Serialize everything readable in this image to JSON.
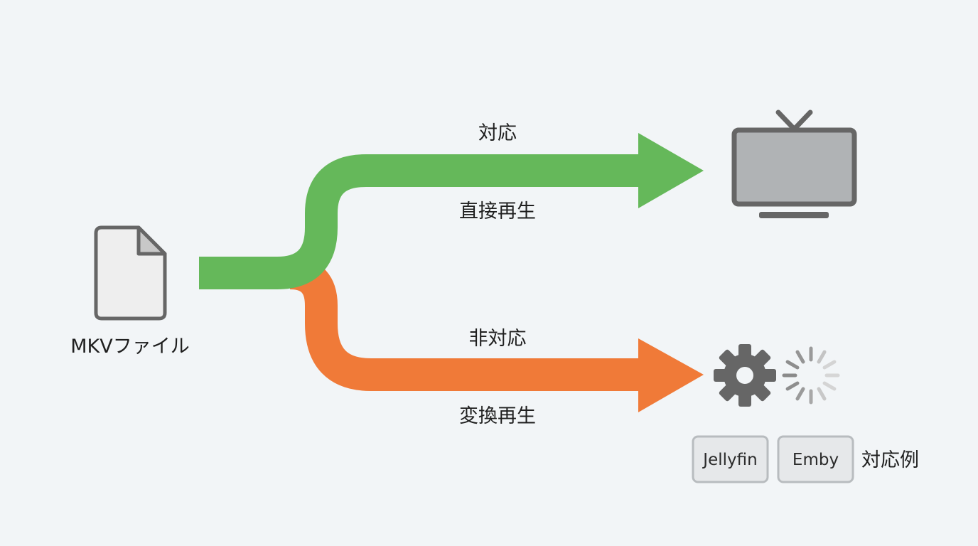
{
  "source": {
    "label": "MKVファイル",
    "icon": "file-icon"
  },
  "paths": {
    "supported": {
      "top_label": "対応",
      "bottom_label": "直接再生",
      "color": "#65b85a",
      "target_icon": "tv-icon"
    },
    "unsupported": {
      "top_label": "非対応",
      "bottom_label": "変換再生",
      "color": "#f07a38",
      "target_icons": [
        "gear-icon",
        "loading-spinner-icon"
      ]
    }
  },
  "examples": {
    "tags": [
      "Jellyfin",
      "Emby"
    ],
    "label": "対応例"
  },
  "colors": {
    "background": "#f2f5f7",
    "icon_gray": "#666666",
    "screen_fill": "#b0b3b5",
    "tag_fill": "#e6e8ea",
    "tag_border": "#b8bcbf"
  }
}
